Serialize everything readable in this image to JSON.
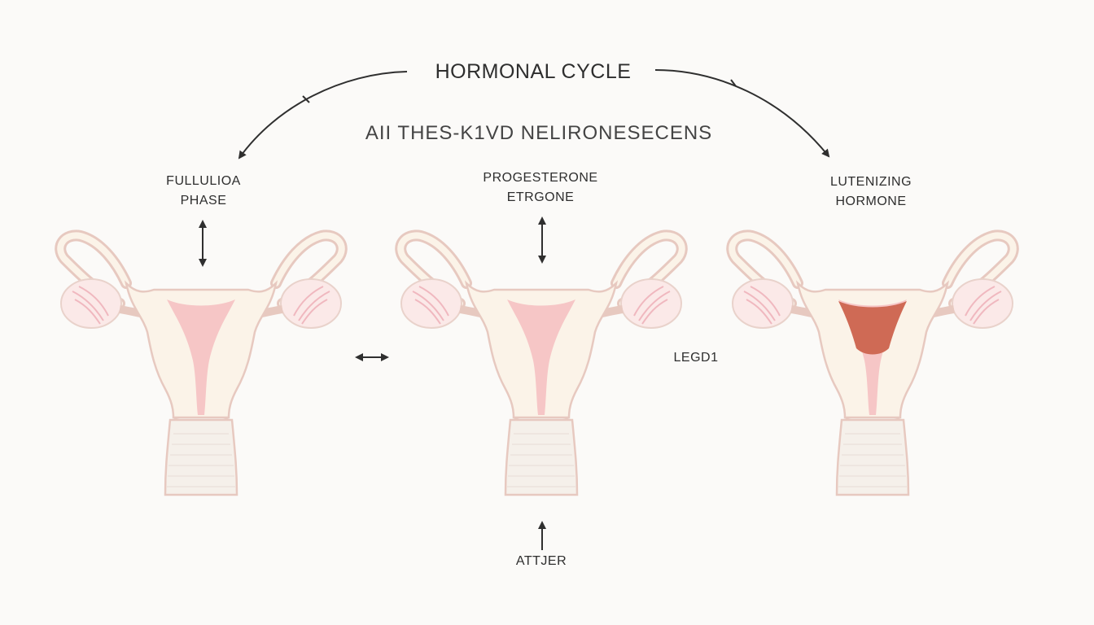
{
  "title": "HORMONAL CYCLE",
  "subtitle": "AII THES-K1VD NELIRONESECENS",
  "phases": [
    {
      "line1": "FULLULIOA",
      "line2": "PHASE"
    },
    {
      "line1": "PROGESTERONE",
      "line2": "ETRGONE"
    },
    {
      "line1": "LUTENIZING",
      "line2": "HORMONE"
    }
  ],
  "legend_label": "LEGD1",
  "bottom_label": "ATTJER",
  "colors": {
    "outline": "#e7c9c0",
    "uterus_fill": "#fbf3e8",
    "ovary_fill": "#fbe9e8",
    "lining_light": "#f6c6c6",
    "lining_dark": "#cf6a55",
    "arrow": "#2f2f2f"
  }
}
